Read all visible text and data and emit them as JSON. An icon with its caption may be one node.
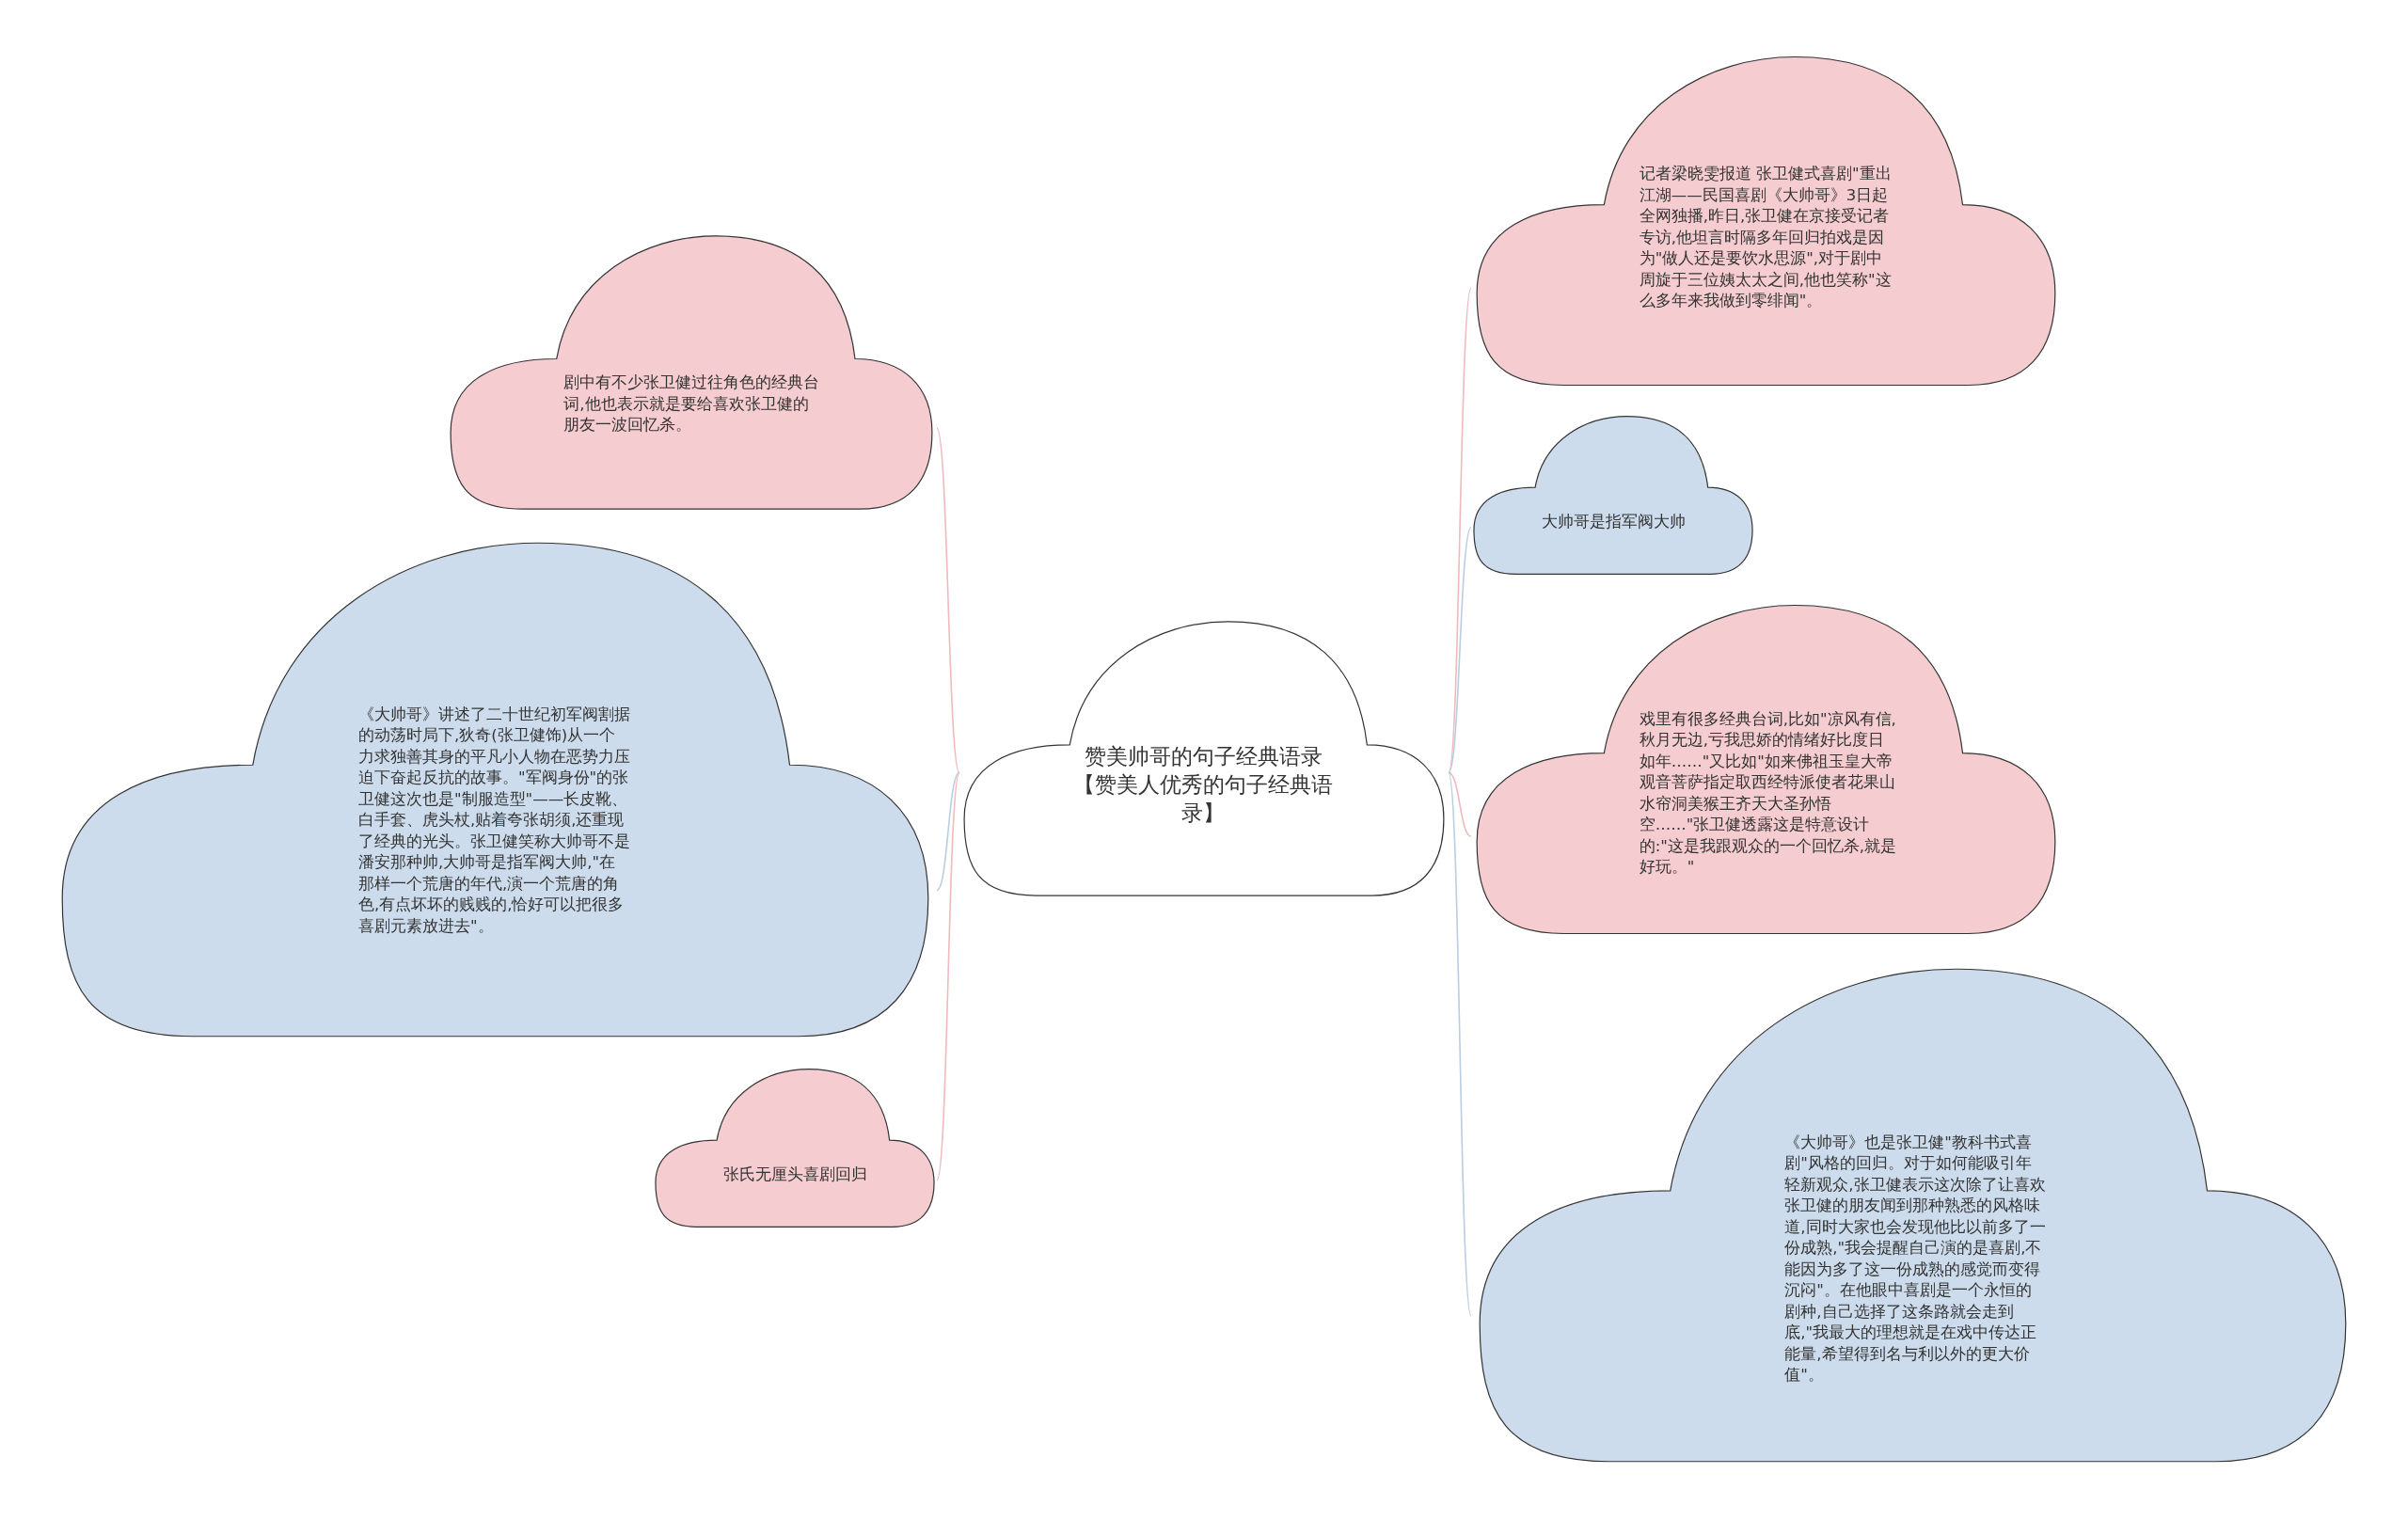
{
  "diagram": {
    "nodes": [
      {
        "text": [
          "赞美帅哥的句子经典语录【赞美人优秀的句子经典语录】"
        ]
      },
      {
        "text": [
          "剧中有不少张卫健过往角色的经典台词,他也表示就是要给喜欢张卫健的朋友一波回忆杀。"
        ]
      },
      {
        "text": [
          "《大帅哥》讲述了二十世纪初军阀割据的动荡时局下,狄奇(张卫健饰)从一个力求独善其身的平凡小人物在恶势力压迫下奋起反抗的故事。\"军阀身份\"的张卫健这次也是\"制服造型\"——长皮靴、白手套、虎头杖,贴着夸张胡须,还重现了经典的光头。张卫健笑称大帅哥不是潘安那种帅,大帅哥是指军阀大帅,\"在那样一个荒唐的年代,演一个荒唐的角色,有点坏坏的贱贱的,恰好可以把很多喜剧元素放进去\"。"
        ]
      },
      {
        "text": [
          "张氏无厘头喜剧回归"
        ]
      },
      {
        "text": [
          "记者梁晓雯报道 张卫健式喜剧\"重出江湖——民国喜剧《大帅哥》3日起全网独播,昨日,张卫健在京接受记者专访,他坦言时隔多年回归拍戏是因为\"做人还是要饮水思源\",对于剧中周旋于三位姨太太之间,他也笑称\"这么多年来我做到零绯闻\"。"
        ]
      },
      {
        "text": [
          "大帅哥是指军阀大帅"
        ]
      },
      {
        "text": [
          "戏里有很多经典台词,比如\"凉风有信,秋月无边,亏我思娇的情绪好比度日如年……\"又比如\"如来佛祖玉皇大帝观音菩萨指定取西经特派使者花果山水帘洞美猴王齐天大圣孙悟空……\"张卫健透露这是特意设计的:\"这是我跟观众的一个回忆杀,就是好玩。\""
        ]
      },
      {
        "text": [
          "《大帅哥》也是张卫健\"教科书式喜剧\"风格的回归。对于如何能吸引年轻新观众,张卫健表示这次除了让喜欢张卫健的朋友闻到那种熟悉的风格味道,同时大家也会发现他比以前多了一份成熟,\"我会提醒自己演的是喜剧,不能因为多了这一份成熟的感觉而变得沉闷\"。在他眼中喜剧是一个永恒的剧种,自己选择了这条路就会走到底,\"我最大的理想就是在戏中传达正能量,希望得到名与利以外的更大价值\"。"
        ]
      }
    ],
    "edges": [
      {
        "from": 0,
        "to": 1,
        "arrow": "none"
      },
      {
        "from": 0,
        "to": 2,
        "arrow": "none",
        "color": "#b9cde4"
      },
      {
        "from": 0,
        "to": 3,
        "arrow": "none"
      },
      {
        "from": 0,
        "to": 4,
        "arrow": "none"
      },
      {
        "from": 0,
        "to": 5,
        "arrow": "none",
        "color": "#b9cde4"
      },
      {
        "from": 0,
        "to": 6,
        "arrow": "none"
      },
      {
        "from": 0,
        "to": 7,
        "arrow": "none",
        "color": "#b9cde4"
      }
    ]
  }
}
